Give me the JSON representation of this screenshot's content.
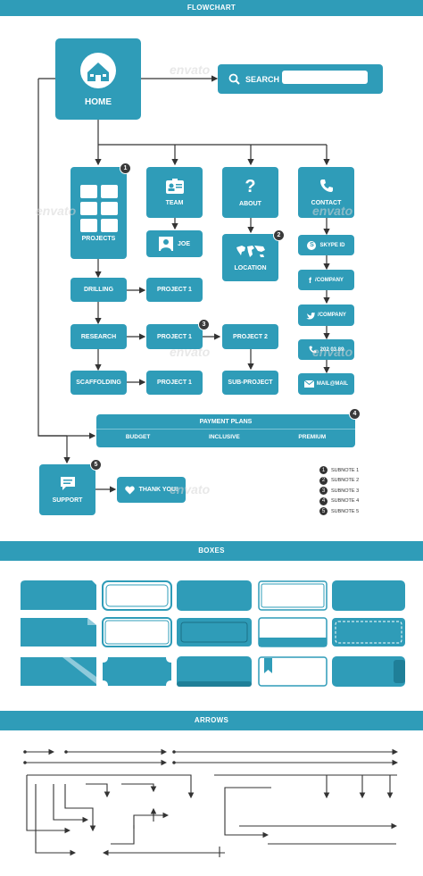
{
  "colors": {
    "primary": "#2f9cb8",
    "dark": "#3a3a3a",
    "line": "#333333"
  },
  "sections": {
    "flowchart": "FLOWCHART",
    "boxes": "BOXES",
    "arrows": "ARROWS"
  },
  "nodes": {
    "home": "HOME",
    "search": "SEARCH",
    "projects": "PROJECTS",
    "team": "TEAM",
    "about": "ABOUT",
    "contact": "CONTACT",
    "joe": "JOE",
    "location": "LOCATION",
    "skype": "SKYPE ID",
    "company1": "/COMPANY",
    "company2": "/COMPANY",
    "phone": "202 03 89",
    "mail": "MAIL@MAIL",
    "drilling": "DRILLING",
    "research": "RESEARCH",
    "scaffolding": "SCAFFOLDING",
    "project1a": "PROJECT 1",
    "project1b": "PROJECT 1",
    "project1c": "PROJECT 1",
    "project2": "PROJECT 2",
    "subproject": "SUB-PROJECT",
    "payment_title": "PAYMENT PLANS",
    "plans": [
      "BUDGET",
      "INCLUSIVE",
      "PREMIUM"
    ],
    "support": "SUPPORT",
    "thankyou": "THANK YOU!"
  },
  "badges": [
    "1",
    "2",
    "3",
    "4",
    "5"
  ],
  "subnotes": [
    {
      "n": "1",
      "label": "SUBNOTE 1"
    },
    {
      "n": "2",
      "label": "SUBNOTE 2"
    },
    {
      "n": "3",
      "label": "SUBNOTE 3"
    },
    {
      "n": "4",
      "label": "SUBNOTE 4"
    },
    {
      "n": "5",
      "label": "SUBNOTE 5"
    }
  ],
  "watermark": "envato"
}
